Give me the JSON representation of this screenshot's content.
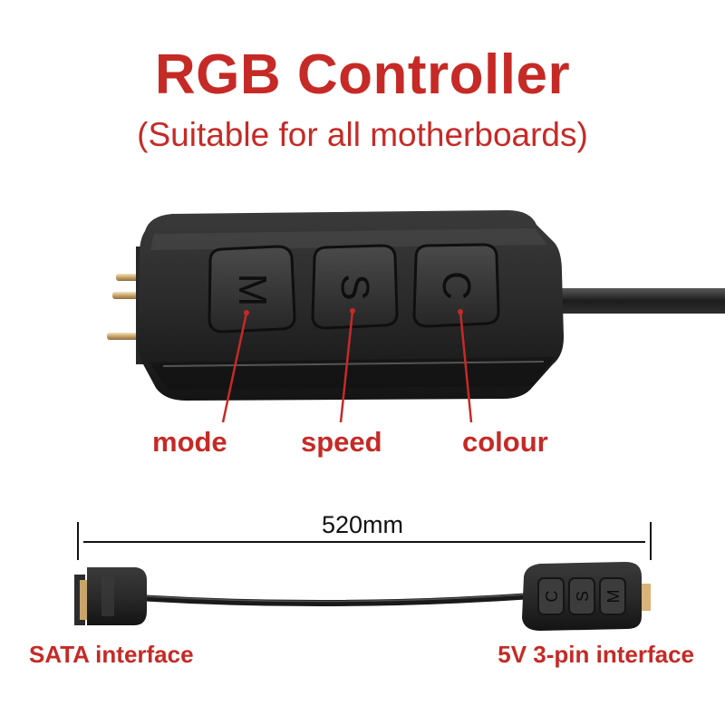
{
  "header": {
    "title": "RGB Controller",
    "subtitle": "(Suitable for all motherboards)"
  },
  "controller": {
    "buttons": [
      {
        "letter": "M",
        "label": "mode"
      },
      {
        "letter": "S",
        "label": "speed"
      },
      {
        "letter": "C",
        "label": "colour"
      }
    ]
  },
  "cable": {
    "length_label": "520mm",
    "left_interface": "SATA interface",
    "right_interface": "5V 3-pin interface"
  },
  "colors": {
    "accent_red": "#c62a26",
    "body_dark": "#2b2b2b",
    "text_dark": "#111111"
  },
  "icons": [
    "controller-body",
    "pin-header",
    "sata-connector",
    "mini-controller"
  ]
}
